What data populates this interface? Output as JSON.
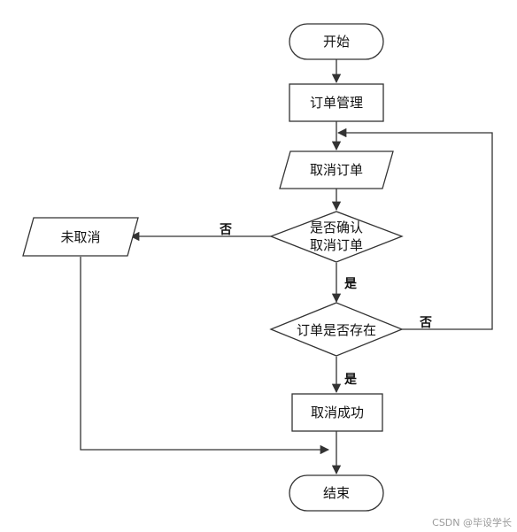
{
  "nodes": {
    "start": "开始",
    "order_management": "订单管理",
    "cancel_order": "取消订单",
    "confirm_cancel_line1": "是否确认",
    "confirm_cancel_line2": "取消订单",
    "not_cancelled": "未取消",
    "order_exists": "订单是否存在",
    "cancel_success": "取消成功",
    "end": "结束"
  },
  "edges": {
    "confirm_no": "否",
    "confirm_yes": "是",
    "exists_no": "否",
    "exists_yes": "是"
  },
  "watermark": "CSDN @毕设学长"
}
